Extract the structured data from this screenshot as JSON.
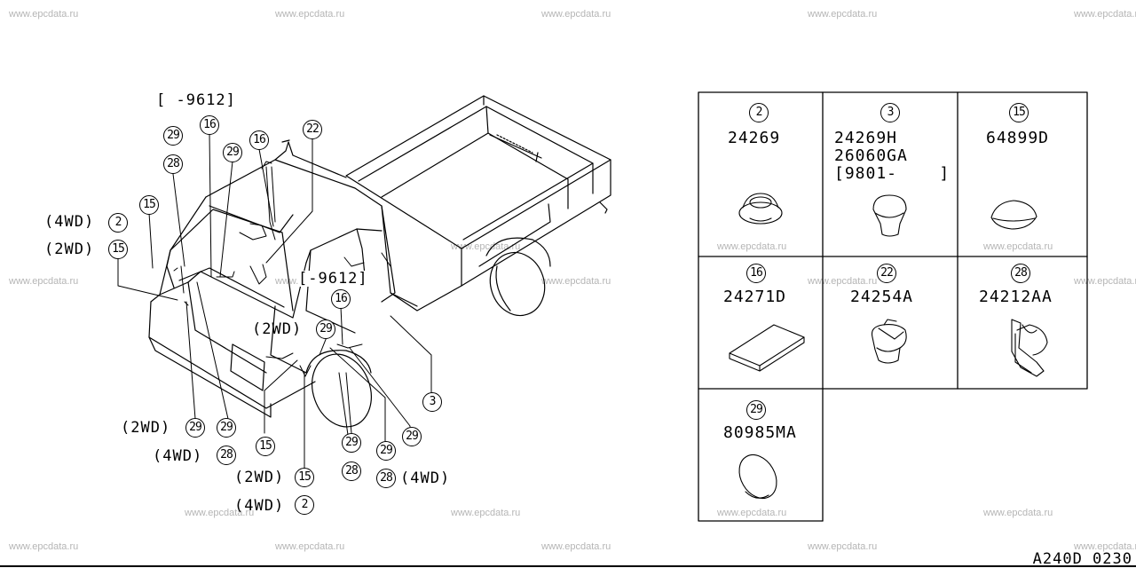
{
  "watermark": "www.epcdata.ru",
  "bracket_top": "[   -9612]",
  "bracket_mid": "[-9612]",
  "callouts": {
    "c29a": "29",
    "c28a": "28",
    "c16a": "16",
    "c29b": "29",
    "c16b": "16",
    "c22": "22",
    "c15a": "15",
    "c2a": "2",
    "c15b": "15",
    "c16c": "16",
    "c29c": "29",
    "c3": "3",
    "c29d": "29",
    "c29e": "29",
    "c28b": "28",
    "c15c": "15",
    "c15d": "15",
    "c2b": "2",
    "c29f": "29",
    "c28c": "28",
    "c29g": "29",
    "c28d": "28",
    "c29h": "29"
  },
  "labels": {
    "wd4_a": "(4WD)",
    "wd2_a": "(2WD)",
    "wd2_b": "(2WD)",
    "wd2_c": "(2WD)",
    "wd4_b": "(4WD)",
    "wd2_d": "(2WD)",
    "wd4_c": "(4WD)",
    "wd4_d": "(4WD)"
  },
  "parts": [
    {
      "ref": "2",
      "codes": [
        "24269"
      ]
    },
    {
      "ref": "3",
      "codes": [
        "24269H",
        "26060GA",
        "[9801-    ]"
      ]
    },
    {
      "ref": "15",
      "codes": [
        "64899D"
      ]
    },
    {
      "ref": "16",
      "codes": [
        "24271D"
      ]
    },
    {
      "ref": "22",
      "codes": [
        "24254A"
      ]
    },
    {
      "ref": "28",
      "codes": [
        "24212AA"
      ]
    },
    {
      "ref": "29",
      "codes": [
        "80985MA"
      ]
    }
  ],
  "diagram_ref": "A240D 0230"
}
